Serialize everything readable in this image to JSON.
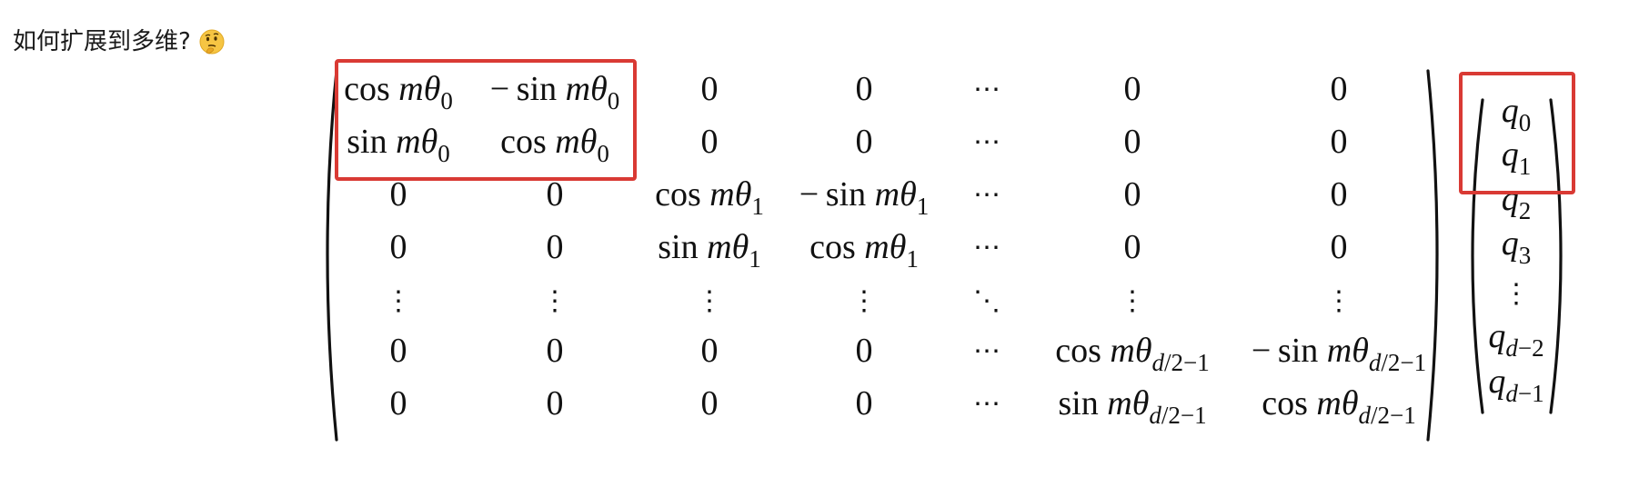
{
  "question": {
    "text": "如何扩展到多维?",
    "emoji_icon": "thinking-face-icon"
  },
  "matrix": {
    "rows": [
      [
        {
          "fn": "cos",
          "sign": "",
          "theta_sub": "0"
        },
        {
          "fn": "sin",
          "sign": "−",
          "theta_sub": "0"
        },
        {
          "text": "0"
        },
        {
          "text": "0"
        },
        {
          "dots": "⋯"
        },
        {
          "text": "0"
        },
        {
          "text": "0"
        }
      ],
      [
        {
          "fn": "sin",
          "sign": "",
          "theta_sub": "0"
        },
        {
          "fn": "cos",
          "sign": "",
          "theta_sub": "0"
        },
        {
          "text": "0"
        },
        {
          "text": "0"
        },
        {
          "dots": "⋯"
        },
        {
          "text": "0"
        },
        {
          "text": "0"
        }
      ],
      [
        {
          "text": "0"
        },
        {
          "text": "0"
        },
        {
          "fn": "cos",
          "sign": "",
          "theta_sub": "1"
        },
        {
          "fn": "sin",
          "sign": "−",
          "theta_sub": "1"
        },
        {
          "dots": "⋯"
        },
        {
          "text": "0"
        },
        {
          "text": "0"
        }
      ],
      [
        {
          "text": "0"
        },
        {
          "text": "0"
        },
        {
          "fn": "sin",
          "sign": "",
          "theta_sub": "1"
        },
        {
          "fn": "cos",
          "sign": "",
          "theta_sub": "1"
        },
        {
          "dots": "⋯"
        },
        {
          "text": "0"
        },
        {
          "text": "0"
        }
      ],
      [
        {
          "dots": "⋮"
        },
        {
          "dots": "⋮"
        },
        {
          "dots": "⋮"
        },
        {
          "dots": "⋮"
        },
        {
          "dots": "⋱"
        },
        {
          "dots": "⋮"
        },
        {
          "dots": "⋮"
        }
      ],
      [
        {
          "text": "0"
        },
        {
          "text": "0"
        },
        {
          "text": "0"
        },
        {
          "text": "0"
        },
        {
          "dots": "⋯"
        },
        {
          "fn": "cos",
          "sign": "",
          "theta_sub": "d/2−1"
        },
        {
          "fn": "sin",
          "sign": "−",
          "theta_sub": "d/2−1"
        }
      ],
      [
        {
          "text": "0"
        },
        {
          "text": "0"
        },
        {
          "text": "0"
        },
        {
          "text": "0"
        },
        {
          "dots": "⋯"
        },
        {
          "fn": "sin",
          "sign": "",
          "theta_sub": "d/2−1"
        },
        {
          "fn": "cos",
          "sign": "",
          "theta_sub": "d/2−1"
        }
      ]
    ],
    "var_m": "m",
    "var_theta": "θ"
  },
  "vector": {
    "base": "q",
    "entries": [
      {
        "sub": "0"
      },
      {
        "sub": "1"
      },
      {
        "sub": "2"
      },
      {
        "sub": "3"
      },
      {
        "dots": "⋮"
      },
      {
        "sub": "d−2"
      },
      {
        "sub": "d−1"
      }
    ]
  },
  "highlight_color": "#d93a34"
}
